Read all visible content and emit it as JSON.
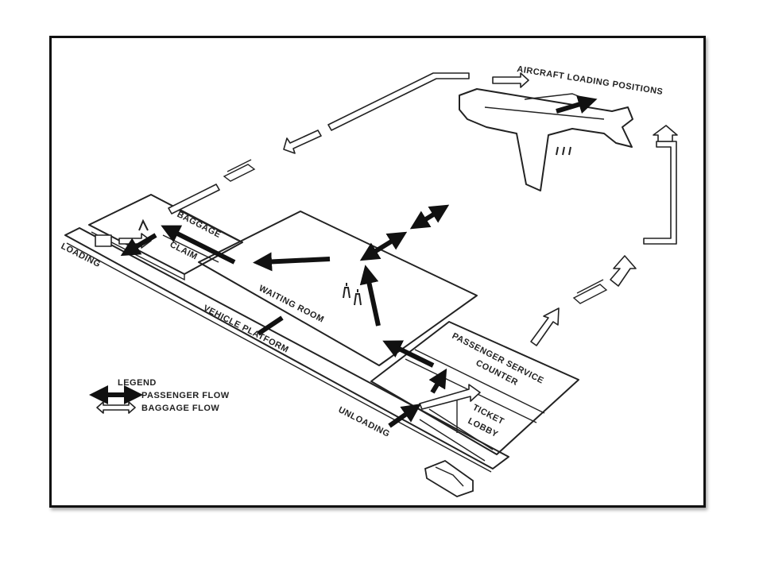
{
  "diagram": {
    "labels": {
      "aircraft_loading_positions": "AIRCRAFT LOADING POSITIONS",
      "baggage": "BAGGAGE",
      "claim": "CLAIM",
      "loading": "LOADING",
      "waiting_room": "WAITING ROOM",
      "vehicle_platform": "VEHICLE PLATFORM",
      "passenger_service": "PASSENGER SERVICE",
      "counter": "COUNTER",
      "ticket": "TICKET",
      "lobby": "LOBBY",
      "unloading": "UNLOADING"
    },
    "legend": {
      "title": "LEGEND",
      "passenger_flow": "PASSENGER FLOW",
      "baggage_flow": "BAGGAGE FLOW"
    }
  }
}
